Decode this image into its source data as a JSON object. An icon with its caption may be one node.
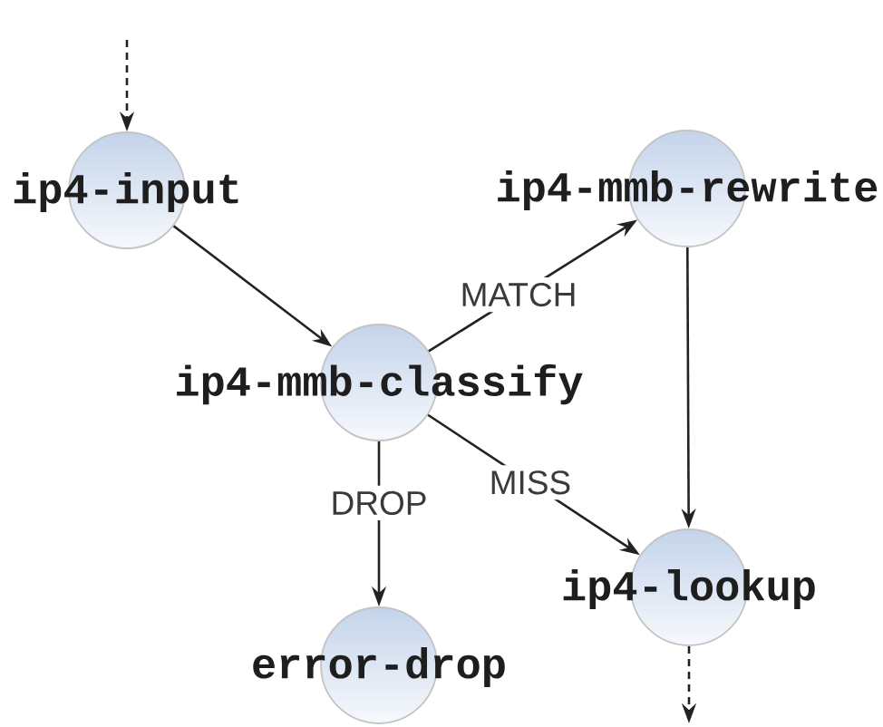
{
  "diagram": {
    "nodes": [
      {
        "text": [
          "ip4-input"
        ]
      },
      {
        "text": [
          "ip4-mmb-rewrite"
        ]
      },
      {
        "text": [
          "ip4-mmb-classify"
        ]
      },
      {
        "text": [
          "ip4-lookup"
        ]
      },
      {
        "text": [
          "error-drop"
        ]
      }
    ],
    "edges": [
      {
        "from": null,
        "to": 0,
        "arrow": "to",
        "style": "dashed"
      },
      {
        "from": 0,
        "to": 2,
        "arrow": "to"
      },
      {
        "from": 2,
        "to": 1,
        "arrow": "to",
        "label": "MATCH"
      },
      {
        "from": 2,
        "to": 3,
        "arrow": "to",
        "label": "MISS"
      },
      {
        "from": 2,
        "to": 4,
        "arrow": "to",
        "label": "DROP"
      },
      {
        "from": 1,
        "to": 3,
        "arrow": "to"
      },
      {
        "from": 3,
        "to": null,
        "arrow": "to",
        "style": "dashed"
      }
    ]
  }
}
